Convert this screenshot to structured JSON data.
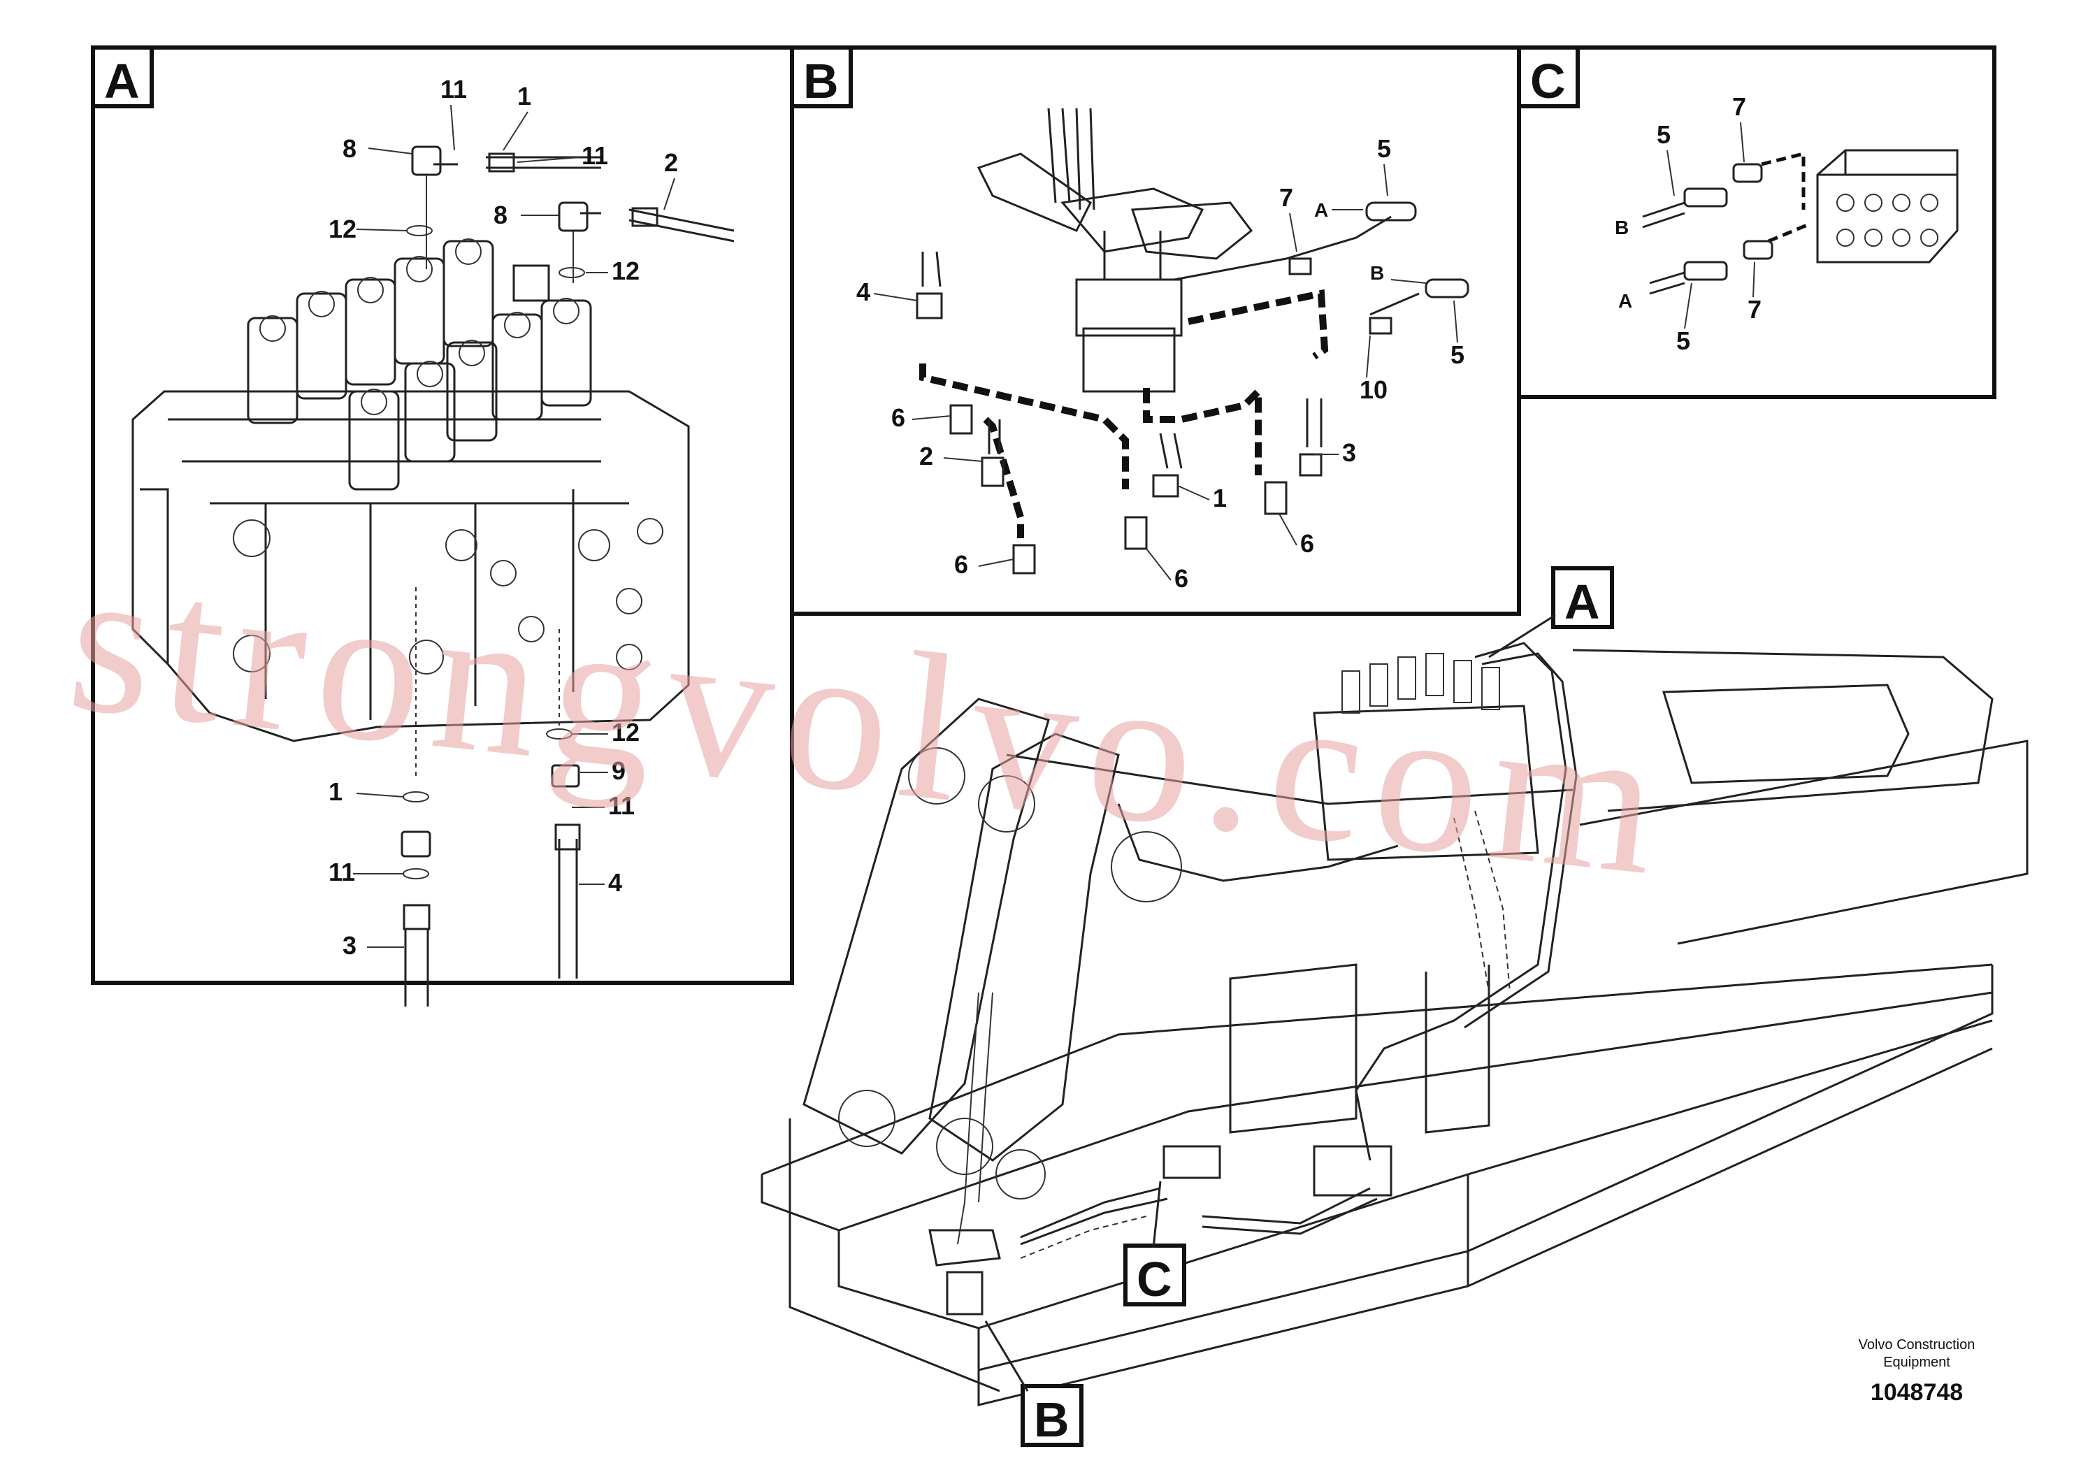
{
  "panels": {
    "a": {
      "tag": "A",
      "callouts": [
        "11",
        "1",
        "8",
        "11",
        "2",
        "12",
        "8",
        "12",
        "12",
        "9",
        "1",
        "11",
        "11",
        "4",
        "3"
      ]
    },
    "b": {
      "tag": "B",
      "callouts": [
        "5",
        "7",
        "A",
        "4",
        "B",
        "5",
        "6",
        "10",
        "2",
        "3",
        "1",
        "6",
        "6",
        "6"
      ]
    },
    "c": {
      "tag": "C",
      "callouts": [
        "7",
        "5",
        "B",
        "A",
        "7",
        "5"
      ]
    }
  },
  "overview_tags": {
    "a": "A",
    "b": "B",
    "c": "C"
  },
  "watermark": "strongvolvo.com",
  "footer": {
    "company_line1": "Volvo Construction",
    "company_line2": "Equipment",
    "drawing_number": "1048748"
  }
}
